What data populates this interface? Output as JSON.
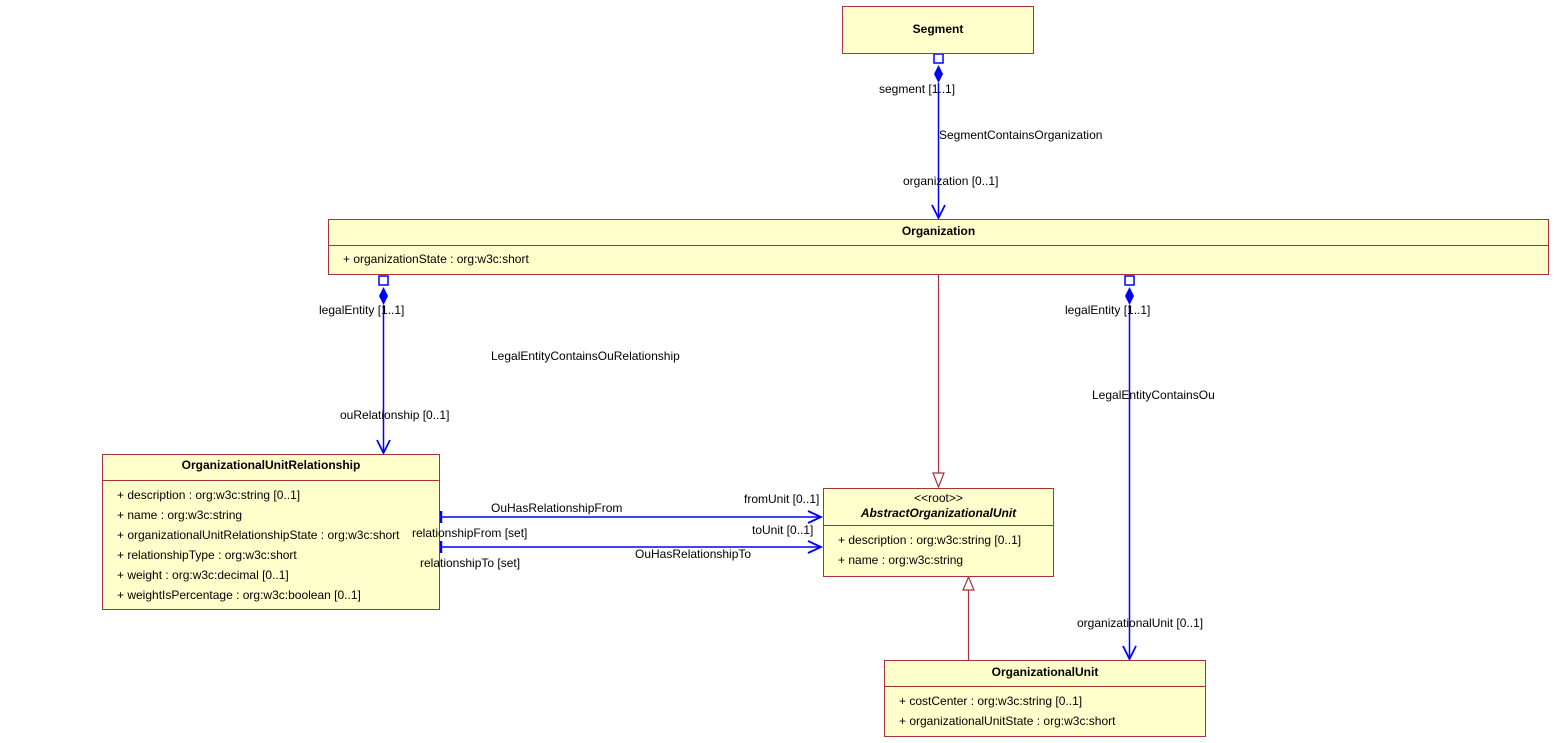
{
  "colors": {
    "fill": "#ffffcc",
    "border": "#a8323a",
    "association": "#0000ff",
    "generalization": "#a8323a"
  },
  "classes": {
    "segment": {
      "name": "Segment",
      "attributes": []
    },
    "organization": {
      "name": "Organization",
      "attributes": [
        "+ organizationState : org:w3c:short"
      ]
    },
    "our": {
      "name": "OrganizationalUnitRelationship",
      "attributes": [
        "+ description : org:w3c:string [0..1]",
        "+ name : org:w3c:string",
        "+ organizationalUnitRelationshipState : org:w3c:short",
        "+ relationshipType : org:w3c:short",
        "+ weight : org:w3c:decimal [0..1]",
        "+ weightIsPercentage : org:w3c:boolean [0..1]"
      ]
    },
    "abstract": {
      "stereotype": "<<root>>",
      "name": "AbstractOrganizationalUnit",
      "attributes": [
        "+ description : org:w3c:string [0..1]",
        "+ name : org:w3c:string"
      ]
    },
    "ou": {
      "name": "OrganizationalUnit",
      "attributes": [
        "+ costCenter : org:w3c:string [0..1]",
        "+ organizationalUnitState : org:w3c:short"
      ]
    }
  },
  "associations": {
    "segment_org": {
      "name": "SegmentContainsOrganization",
      "source_role": "segment [1..1]",
      "target_role": "organization [0..1]"
    },
    "le_our": {
      "name": "LegalEntityContainsOuRelationship",
      "source_role": "legalEntity [1..1]",
      "target_role": "ouRelationship [0..1]"
    },
    "le_ou": {
      "name": "LegalEntityContainsOu",
      "source_role": "legalEntity [1..1]",
      "target_role": "organizationalUnit [0..1]"
    },
    "rel_from": {
      "name": "OuHasRelationshipFrom",
      "source_role": "relationshipFrom [set]",
      "target_role": "fromUnit [0..1]"
    },
    "rel_to": {
      "name": "OuHasRelationshipTo",
      "source_role": "relationshipTo [set]",
      "target_role": "toUnit [0..1]"
    }
  }
}
